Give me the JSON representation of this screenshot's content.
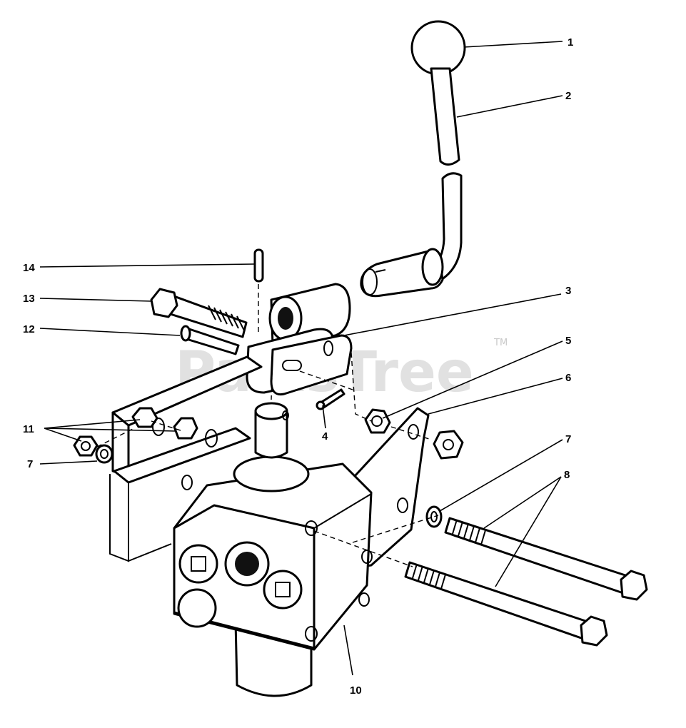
{
  "watermark": {
    "text": "PartsTree",
    "trademark": "TM"
  },
  "callouts": [
    {
      "id": "c1",
      "label": "1"
    },
    {
      "id": "c2",
      "label": "2"
    },
    {
      "id": "c3",
      "label": "3"
    },
    {
      "id": "c4",
      "label": "4"
    },
    {
      "id": "c5",
      "label": "5"
    },
    {
      "id": "c6",
      "label": "6"
    },
    {
      "id": "c7r",
      "label": "7"
    },
    {
      "id": "c8",
      "label": "8"
    },
    {
      "id": "c10",
      "label": "10"
    },
    {
      "id": "c11",
      "label": "11"
    },
    {
      "id": "c7l",
      "label": "7"
    },
    {
      "id": "c12",
      "label": "12"
    },
    {
      "id": "c13",
      "label": "13"
    },
    {
      "id": "c14",
      "label": "14"
    }
  ]
}
